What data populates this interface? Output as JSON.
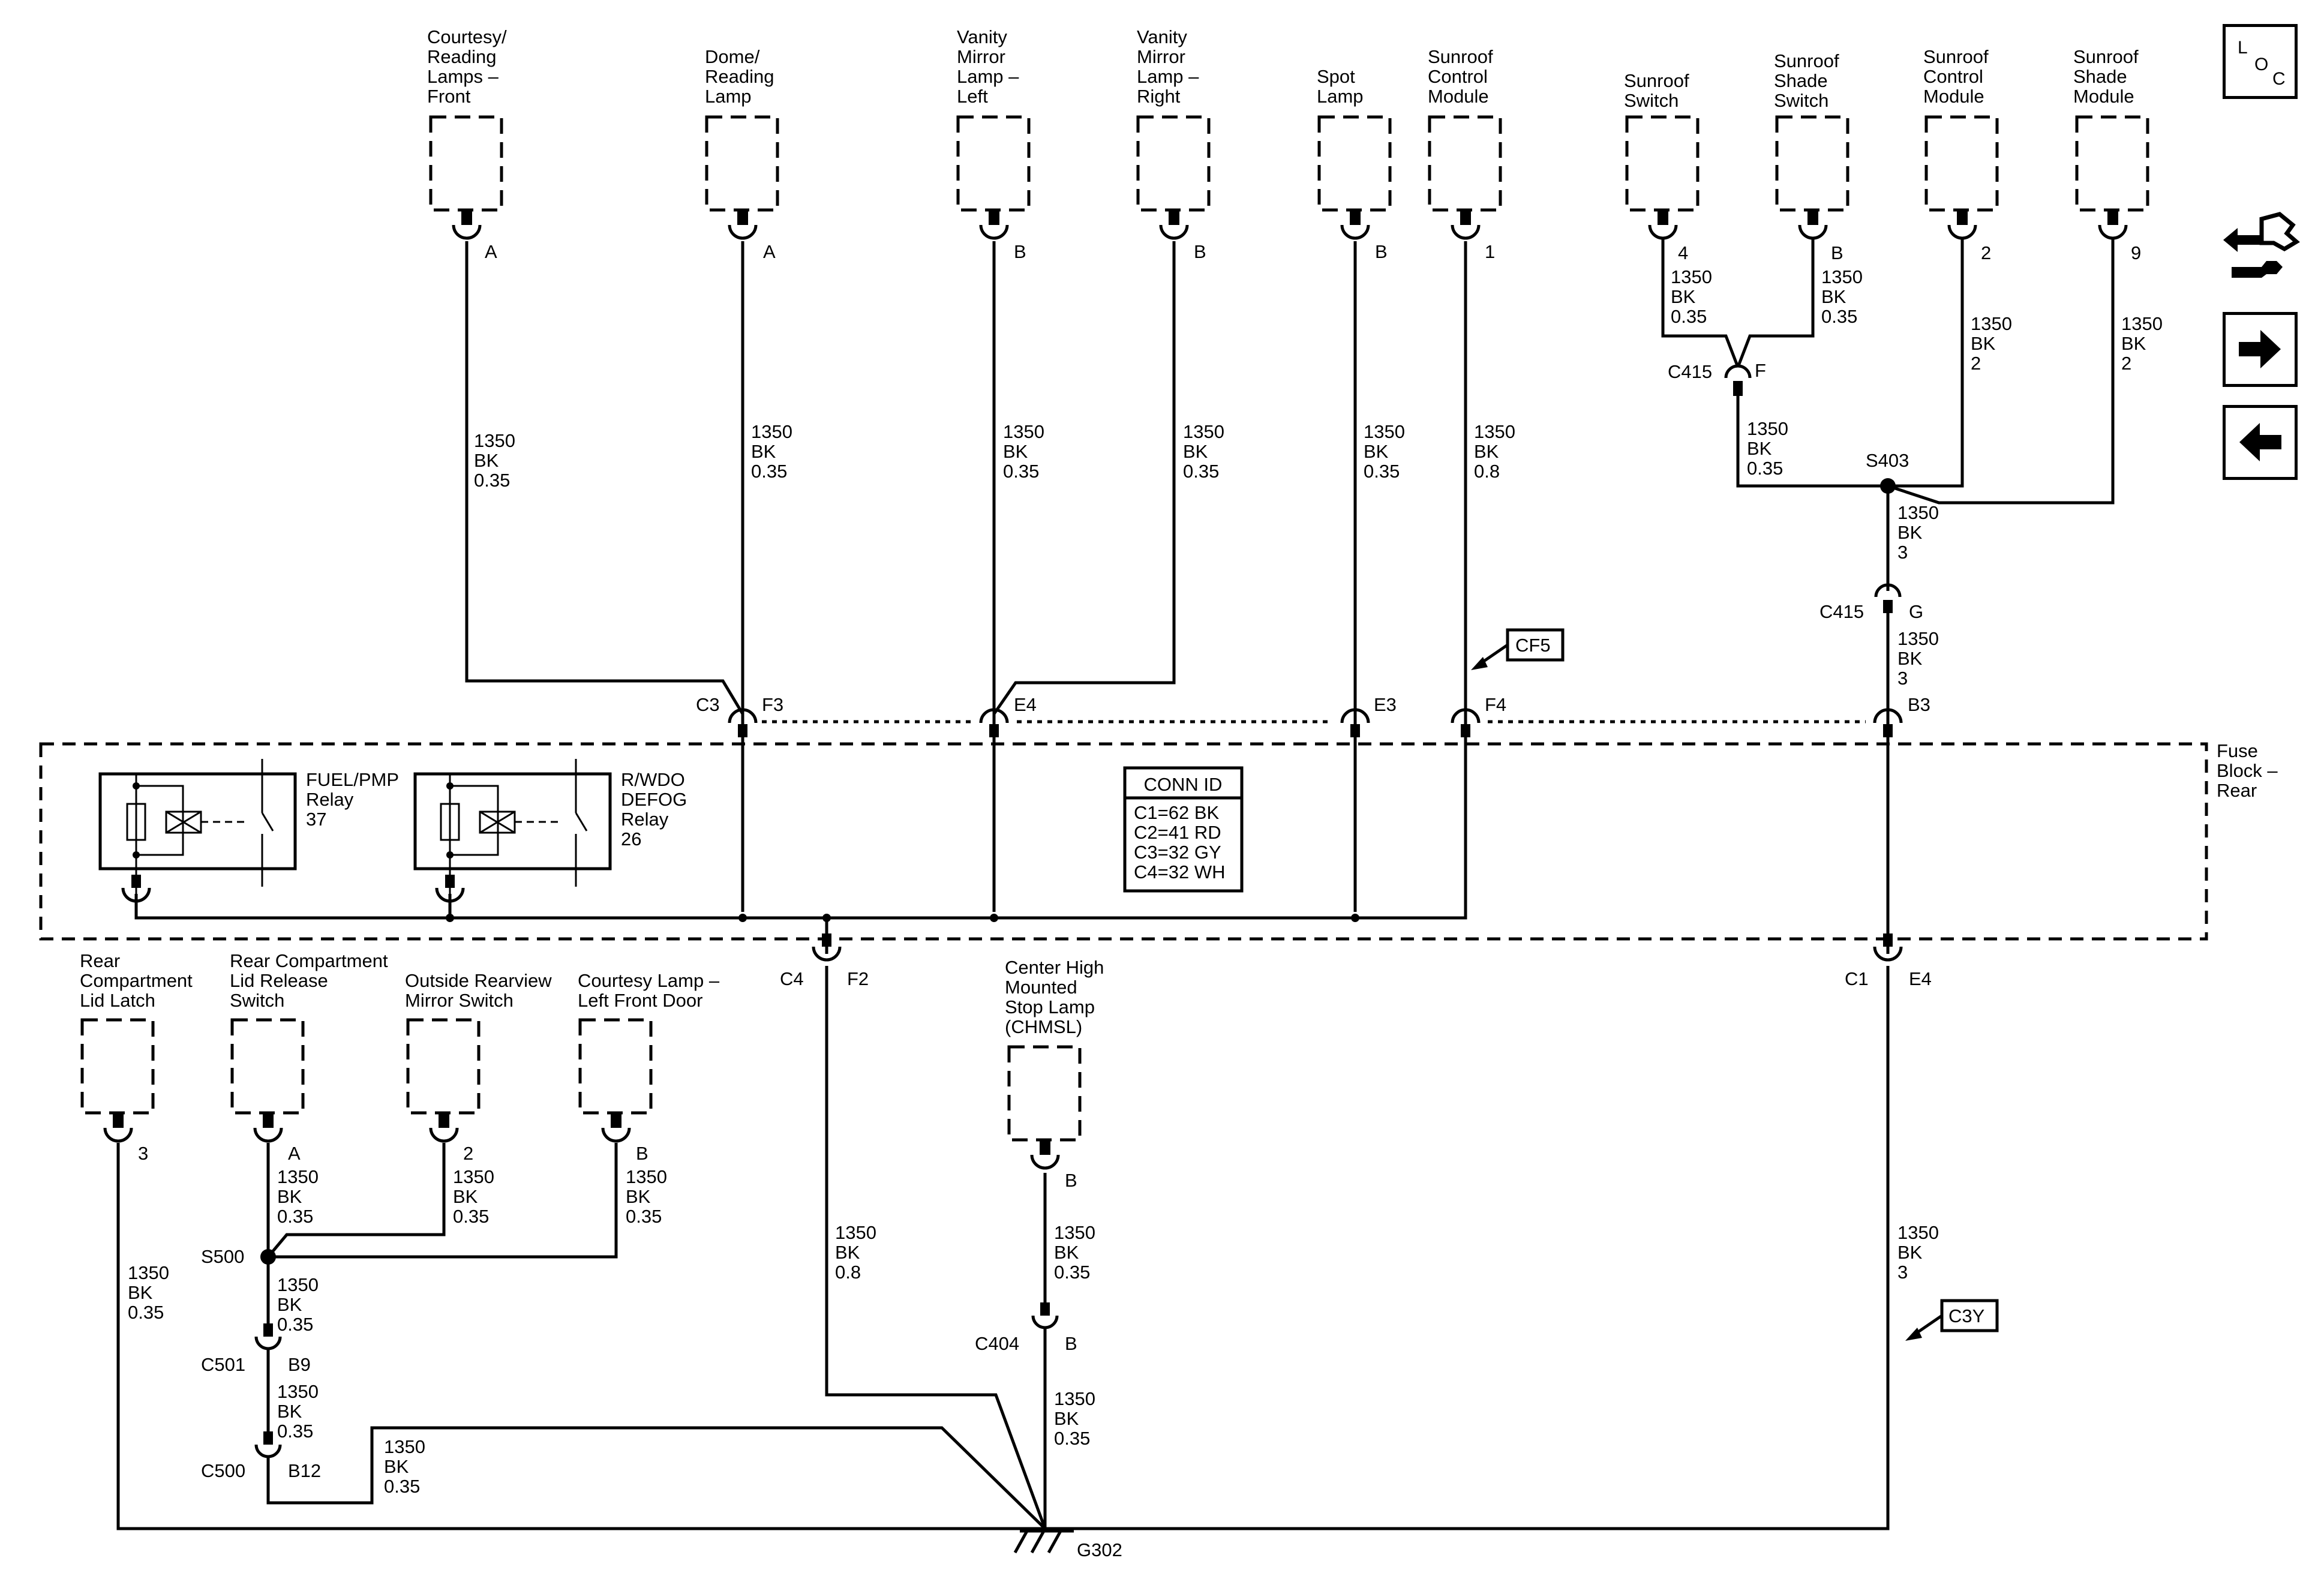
{
  "locator_icon": {
    "letters": [
      "L",
      "O",
      "C"
    ]
  },
  "nav_icons": [
    "service-tools-icon",
    "arrow-right-icon",
    "arrow-left-icon"
  ],
  "top_components": [
    {
      "lines": [
        "Courtesy/",
        "Reading",
        "Lamps –",
        "Front"
      ],
      "pin": "A",
      "wire": [
        "1350",
        "BK",
        "0.35"
      ]
    },
    {
      "lines": [
        "Dome/",
        "Reading",
        "Lamp"
      ],
      "pin": "A",
      "wire": [
        "1350",
        "BK",
        "0.35"
      ]
    },
    {
      "lines": [
        "Vanity",
        "Mirror",
        "Lamp –",
        "Left"
      ],
      "pin": "B",
      "wire": [
        "1350",
        "BK",
        "0.35"
      ]
    },
    {
      "lines": [
        "Vanity",
        "Mirror",
        "Lamp –",
        "Right"
      ],
      "pin": "B",
      "wire": [
        "1350",
        "BK",
        "0.35"
      ]
    },
    {
      "lines": [
        "Spot",
        "Lamp"
      ],
      "pin": "B",
      "wire": [
        "1350",
        "BK",
        "0.35"
      ]
    },
    {
      "lines": [
        "Sunroof",
        "Control",
        "Module"
      ],
      "pin": "1",
      "wire": [
        "1350",
        "BK",
        "0.8"
      ]
    },
    {
      "lines": [
        "Sunroof",
        "Switch"
      ],
      "pin": "4",
      "wire": [
        "1350",
        "BK",
        "0.35"
      ]
    },
    {
      "lines": [
        "Sunroof",
        "Shade",
        "Switch"
      ],
      "pin": "B",
      "wire": [
        "1350",
        "BK",
        "0.35"
      ]
    },
    {
      "lines": [
        "Sunroof",
        "Control",
        "Module"
      ],
      "pin": "2",
      "wire": [
        "1350",
        "BK",
        "2"
      ]
    },
    {
      "lines": [
        "Sunroof",
        "Shade",
        "Module"
      ],
      "pin": "9",
      "wire": [
        "1350",
        "BK",
        "2"
      ]
    }
  ],
  "c415_top": {
    "name": "C415",
    "pin": "F",
    "wire": [
      "1350",
      "BK",
      "0.35"
    ]
  },
  "s403": {
    "name": "S403",
    "wire": [
      "1350",
      "BK",
      "3"
    ]
  },
  "c415_bottom": {
    "name": "C415",
    "pin": "G",
    "wire": [
      "1350",
      "BK",
      "3"
    ]
  },
  "fuse_block": {
    "name": [
      "Fuse",
      "Block –",
      "Rear"
    ],
    "top_pins": {
      "c3": "C3",
      "f3": "F3",
      "e4": "E4",
      "e3": "E3",
      "f4": "F4",
      "b3": "B3"
    },
    "cf5": "CF5",
    "relay1": [
      "FUEL/PMP",
      "Relay",
      "37"
    ],
    "relay2": [
      "R/WDO",
      "DEFOG",
      "Relay",
      "26"
    ],
    "conn_id_title": "CONN ID",
    "conn_id_rows": [
      "C1=62 BK",
      "C2=41 RD",
      "C3=32 GY",
      "C4=32 WH"
    ],
    "bottom_pins": {
      "c4": "C4",
      "f2": "F2",
      "c1": "C1",
      "e4": "E4"
    }
  },
  "bottom_components": [
    {
      "lines": [
        "Rear",
        "Compartment",
        "Lid Latch"
      ],
      "pin": "3",
      "wire": [
        "1350",
        "BK",
        "0.35"
      ]
    },
    {
      "lines": [
        "Rear Compartment",
        "Lid Release",
        "Switch"
      ],
      "pin": "A",
      "wire": [
        "1350",
        "BK",
        "0.35"
      ]
    },
    {
      "lines": [
        "Outside Rearview",
        "Mirror Switch"
      ],
      "pin": "2",
      "wire": [
        "1350",
        "BK",
        "0.35"
      ]
    },
    {
      "lines": [
        "Courtesy Lamp –",
        "Left Front Door"
      ],
      "pin": "B",
      "wire": [
        "1350",
        "BK",
        "0.35"
      ]
    },
    {
      "lines": [
        "Center High",
        "Mounted",
        "Stop Lamp",
        "(CHMSL)"
      ],
      "pin": "B",
      "wire": [
        "1350",
        "BK",
        "0.35"
      ]
    }
  ],
  "s500": {
    "name": "S500",
    "wire": [
      "1350",
      "BK",
      "0.35"
    ]
  },
  "c501": {
    "name": "C501",
    "pin": "B9",
    "wire": [
      "1350",
      "BK",
      "0.35"
    ]
  },
  "c500": {
    "name": "C500",
    "pin": "B12",
    "wire": [
      "1350",
      "BK",
      "0.35"
    ]
  },
  "f2_wire": [
    "1350",
    "BK",
    "0.8"
  ],
  "c404": {
    "name": "C404",
    "pin": "B",
    "wire": [
      "1350",
      "BK",
      "0.35"
    ]
  },
  "e4_wire": [
    "1350",
    "BK",
    "3"
  ],
  "c3y": "C3Y",
  "ground": "G302"
}
